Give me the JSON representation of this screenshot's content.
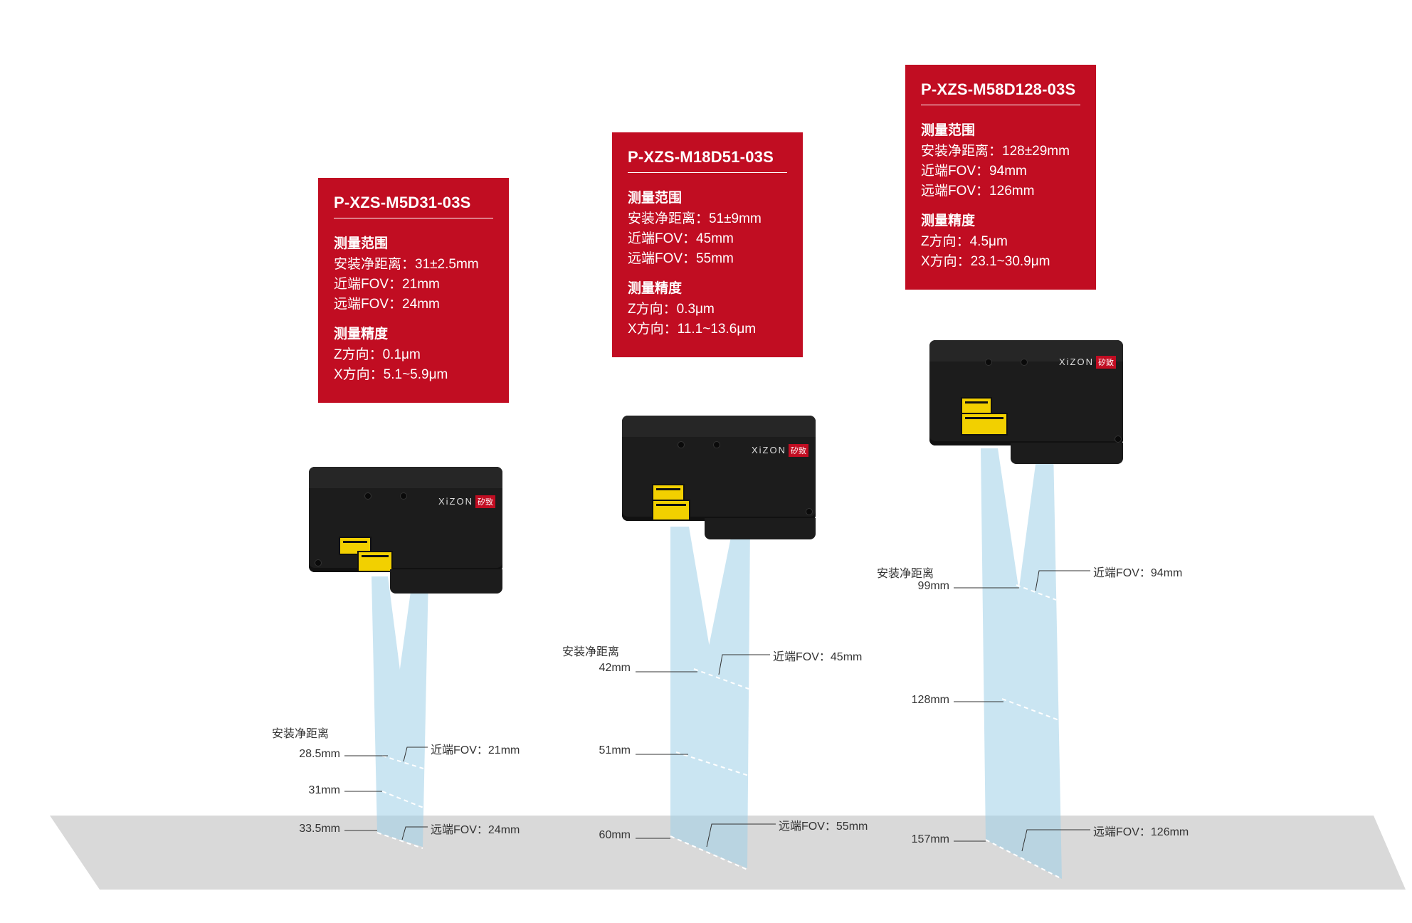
{
  "products": [
    {
      "model": "P-XZS-M5D31-03S",
      "range_title": "测量范围",
      "range_lines": [
        "安装净距离：31±2.5mm",
        "近端FOV：21mm",
        "远端FOV：24mm"
      ],
      "accuracy_title": "测量精度",
      "accuracy_lines": [
        "Z方向：0.1μm",
        "X方向：5.1~5.9μm"
      ],
      "logo": "XiZON",
      "logo_badge": "矽致",
      "annotations": {
        "clearance_label": "安装净距离",
        "near_dist": "28.5mm",
        "mid_dist": "31mm",
        "far_dist": "33.5mm",
        "near_fov": "近端FOV：21mm",
        "far_fov": "远端FOV：24mm"
      }
    },
    {
      "model": "P-XZS-M18D51-03S",
      "range_title": "测量范围",
      "range_lines": [
        "安装净距离：51±9mm",
        "近端FOV：45mm",
        "远端FOV：55mm"
      ],
      "accuracy_title": "测量精度",
      "accuracy_lines": [
        "Z方向：0.3μm",
        "X方向：11.1~13.6μm"
      ],
      "logo": "XiZON",
      "logo_badge": "矽致",
      "annotations": {
        "clearance_label": "安装净距离",
        "near_dist": "42mm",
        "mid_dist": "51mm",
        "far_dist": "60mm",
        "near_fov": "近端FOV：45mm",
        "far_fov": "远端FOV：55mm"
      }
    },
    {
      "model": "P-XZS-M58D128-03S",
      "range_title": "测量范围",
      "range_lines": [
        "安装净距离：128±29mm",
        "近端FOV：94mm",
        "远端FOV：126mm"
      ],
      "accuracy_title": "测量精度",
      "accuracy_lines": [
        "Z方向：4.5μm",
        "X方向：23.1~30.9μm"
      ],
      "logo": "XiZON",
      "logo_badge": "矽致",
      "annotations": {
        "clearance_label": "安装净距离",
        "near_dist": "99mm",
        "mid_dist": "128mm",
        "far_dist": "157mm",
        "near_fov": "近端FOV：94mm",
        "far_fov": "远端FOV：126mm"
      }
    }
  ],
  "colors": {
    "card_red": "#c10d22",
    "beam_blue": "#9fd0e8",
    "floor_gray": "#d8d8d8",
    "sensor_black": "#1c1c1c",
    "warning_yellow": "#f2d000"
  }
}
